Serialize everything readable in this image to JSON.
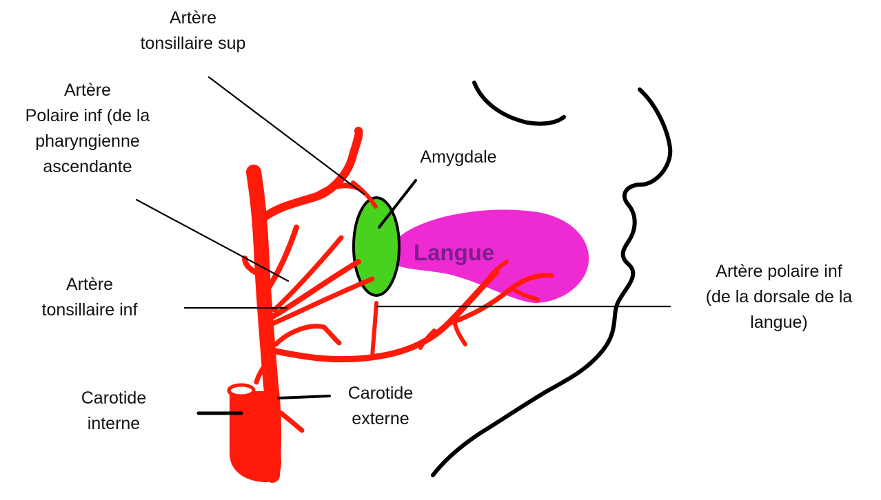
{
  "colors": {
    "artery": "#ff1a0a",
    "tonsil": "#48d21e",
    "tongue": "#ee2ad2",
    "tongue_text": "#7a1f8c",
    "outline": "#000000"
  },
  "labels": {
    "tonsillaire_sup": [
      "Artère",
      "tonsillaire sup"
    ],
    "polaire_inf_pharyngienne": [
      "Artère",
      "Polaire inf (de la",
      "pharyngienne",
      "ascendante"
    ],
    "amygdale": "Amygdale",
    "langue": "Langue",
    "tonsillaire_inf": [
      "Artère",
      "tonsillaire inf"
    ],
    "polaire_inf_dorsale": [
      "Artère polaire inf",
      "(de la dorsale de la",
      "langue)"
    ],
    "carotide_interne": [
      "Carotide",
      "interne"
    ],
    "carotide_externe": [
      "Carotide",
      "externe"
    ]
  }
}
